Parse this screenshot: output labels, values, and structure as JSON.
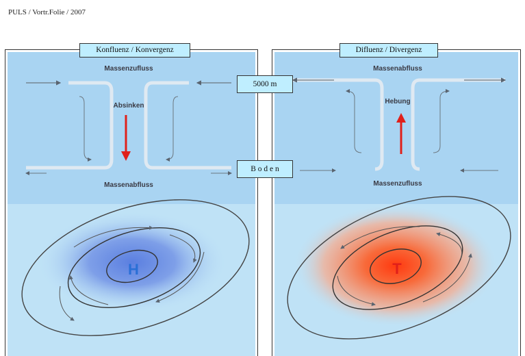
{
  "header": {
    "text": "PULS / Vortr.Folie / 2007"
  },
  "left_panel": {
    "title": "Konfluenz / Konvergenz",
    "top_label": "Massenzufluss",
    "middle_label": "Absinken",
    "bottom_label": "Massenabfluss",
    "center_letter": "H",
    "arrow_color": "#e0201a",
    "letter_color": "#2a6fd6"
  },
  "right_panel": {
    "title": "Difluenz / Divergenz",
    "top_label": "Massenabfluss",
    "middle_label": "Hebung",
    "bottom_label": "Massenzufluss",
    "center_letter": "T",
    "arrow_color": "#e0201a",
    "letter_color": "#e0201a"
  },
  "levels": {
    "upper": "5000 m",
    "lower": "B o d e n"
  }
}
